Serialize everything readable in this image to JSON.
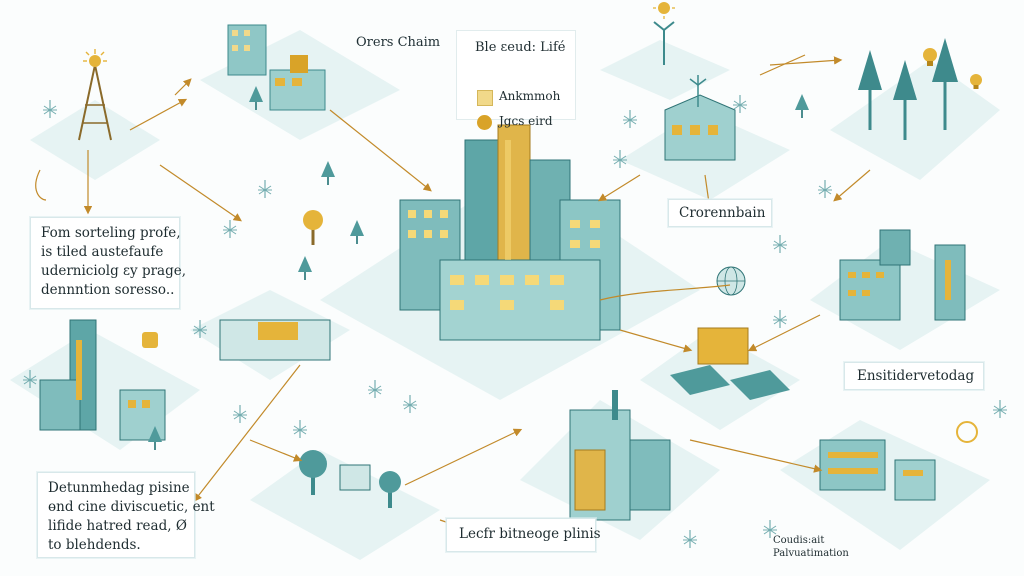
{
  "labels": {
    "orders_chain": "Orers Chaim",
    "legend_title": "Ble ɛeud: Lifé",
    "legend_item_1": "Ankmmoh",
    "legend_item_2": "Jgcs eird",
    "left_block": [
      "Fom sorteling profe,",
      "is tiled austefaufe",
      "uderniciolg ɛy prage,",
      "dennntion soresso.."
    ],
    "crorennbain": "Crorennbain",
    "ensitiderveto": "Ensitiderveto​dag",
    "bottom_left_block": [
      "Detunmhedag pisine",
      "ɵnd cine diviscuetic, ent",
      "lifide hatred read, Ø",
      "to blehdends."
    ],
    "bottom_center": "Lecfr bitneoge plinis",
    "bottom_right": [
      "Coudis:ait",
      "Palvuatimation"
    ]
  },
  "colors": {
    "teal_dark": "#3d8a8c",
    "teal_mid": "#76b8b8",
    "teal_light": "#d4ecec",
    "plate": "#e4f2f2",
    "gold": "#d9a328",
    "gold_light": "#f1d98a",
    "connector": "#c28a2a"
  },
  "icons": [
    "wind-turbine-icon",
    "sun-icon",
    "tree-icon",
    "lightbulb-icon",
    "solar-panel-icon",
    "globe-icon",
    "transmission-tower-icon"
  ]
}
